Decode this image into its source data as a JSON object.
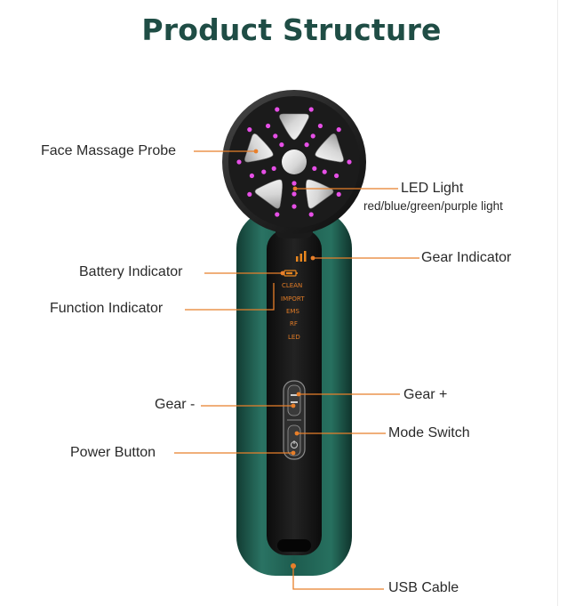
{
  "title": "Product Structure",
  "callouts": {
    "probe": "Face Massage Probe",
    "led": "LED Light",
    "led_sub": "red/blue/green/purple light",
    "battery": "Battery Indicator",
    "gear_indicator": "Gear Indicator",
    "function": "Function Indicator",
    "gear_minus": "Gear -",
    "gear_plus": "Gear +",
    "mode": "Mode Switch",
    "power": "Power Button",
    "usb": "USB Cable"
  },
  "function_modes": [
    "CLEAN",
    "IMPORT",
    "EMS",
    "RF",
    "LED"
  ],
  "colors": {
    "title": "#1f4d45",
    "body_green": "#1f5b4e",
    "panel_black": "#141414",
    "leader_orange": "#e87f2a",
    "led_pink": "#e64fe6"
  }
}
